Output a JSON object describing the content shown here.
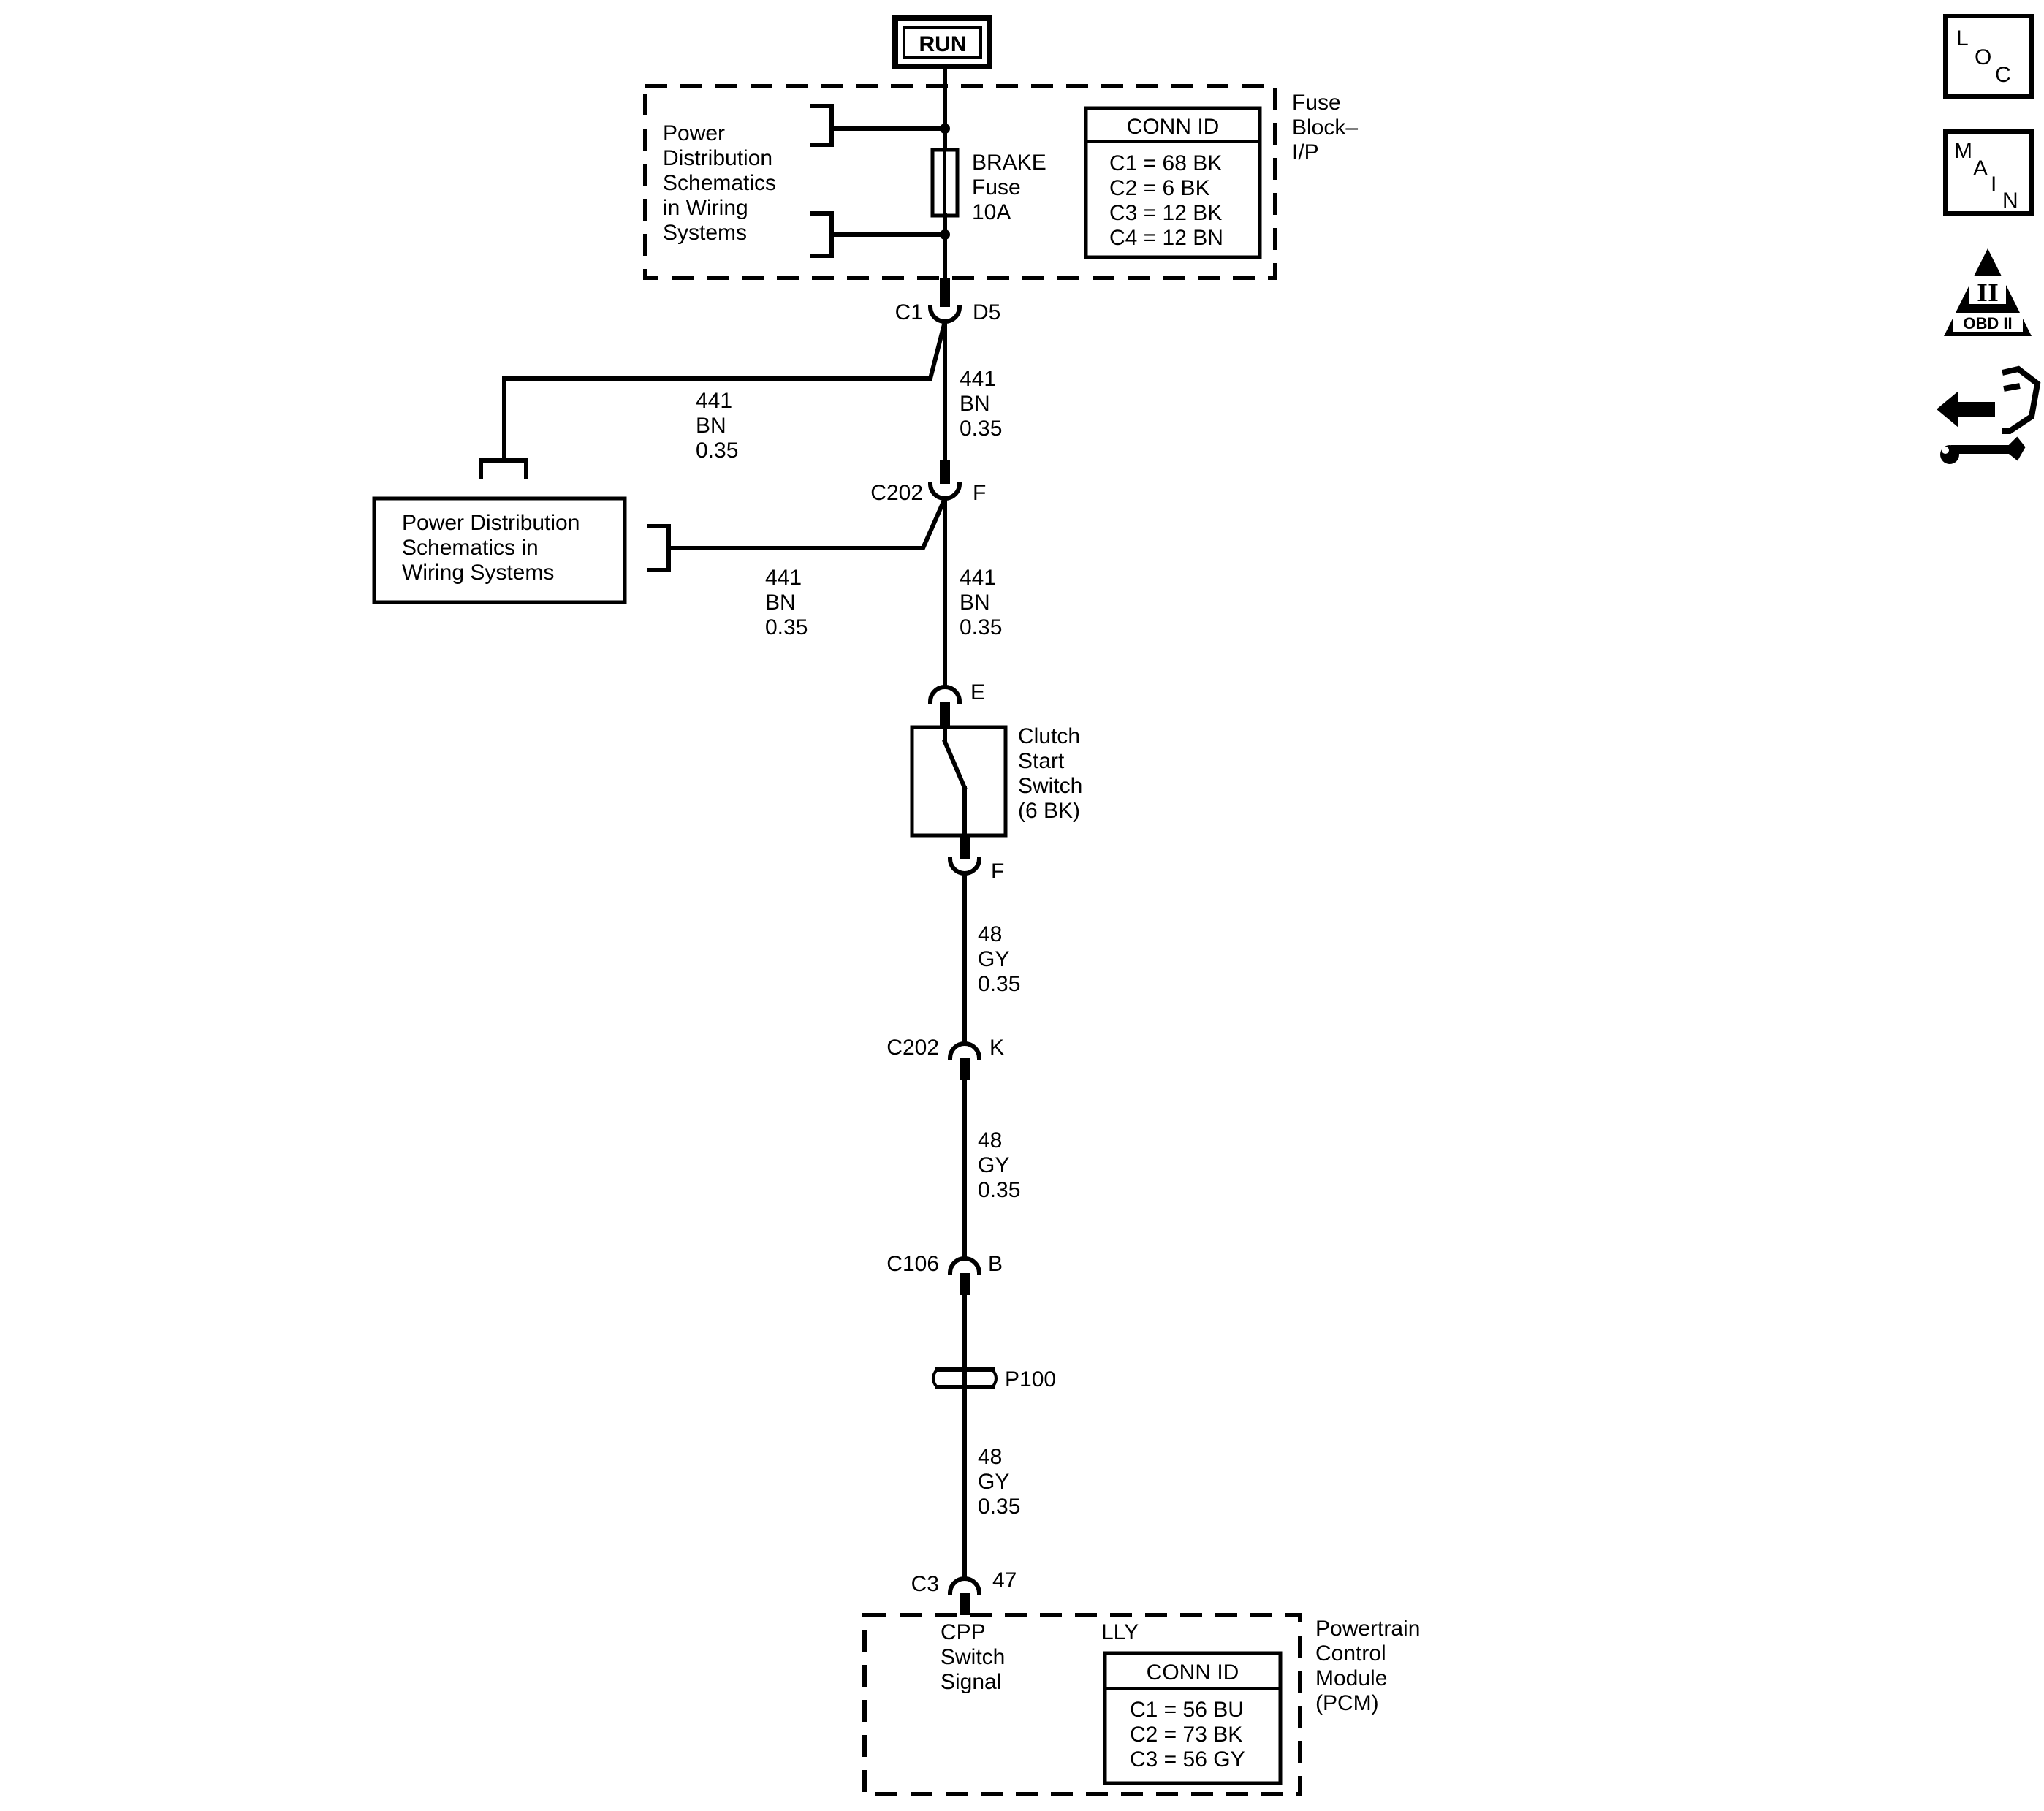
{
  "run_label": "RUN",
  "fuse_block": {
    "name_lines": [
      "Fuse",
      "Block–",
      "I/P"
    ],
    "conn_header": "CONN ID",
    "conn_lines": [
      "C1 = 68 BK",
      "C2 =  6 BK",
      "C3 = 12 BK",
      "C4 = 12 BN"
    ],
    "pd_ref_lines": [
      "Power",
      "Distribution",
      "Schematics",
      "in Wiring",
      "Systems"
    ],
    "fuse_lines": [
      "BRAKE",
      "Fuse",
      "10A"
    ]
  },
  "connectors": {
    "c1": {
      "name": "C1",
      "pin": "D5"
    },
    "c202_f": {
      "name": "C202",
      "pin": "F"
    },
    "switch_e": {
      "pin": "E"
    },
    "switch_f": {
      "pin": "F"
    },
    "c202_k": {
      "name": "C202",
      "pin": "K"
    },
    "c106": {
      "name": "C106",
      "pin": "B"
    },
    "p100": {
      "name": "P100"
    },
    "c3": {
      "name": "C3",
      "pin": "47"
    }
  },
  "wires": {
    "w441_a_left": [
      "441",
      "BN",
      "0.35"
    ],
    "w441_a_main": [
      "441",
      "BN",
      "0.35"
    ],
    "w441_b_left": [
      "441",
      "BN",
      "0.35"
    ],
    "w441_b_main": [
      "441",
      "BN",
      "0.35"
    ],
    "w48_a": [
      "48",
      "GY",
      "0.35"
    ],
    "w48_b": [
      "48",
      "GY",
      "0.35"
    ],
    "w48_c": [
      "48",
      "GY",
      "0.35"
    ]
  },
  "pd_box_lines": [
    "Power Distribution",
    "Schematics in",
    "Wiring Systems"
  ],
  "clutch_switch_lines": [
    "Clutch",
    "Start",
    "Switch",
    "(6 BK)"
  ],
  "pcm": {
    "name_lines": [
      "Powertrain",
      "Control",
      "Module",
      "(PCM)"
    ],
    "signal_lines": [
      "CPP",
      "Switch",
      "Signal"
    ],
    "option": "LLY",
    "conn_header": "CONN ID",
    "conn_lines": [
      "C1 = 56 BU",
      "C2 = 73 BK",
      "C3 = 56 GY"
    ]
  },
  "side_icons": {
    "loc": {
      "name": "loc-icon",
      "letters": [
        "L",
        "O",
        "C"
      ]
    },
    "main": {
      "name": "main-icon",
      "letters": [
        "M",
        "A",
        "I",
        "N"
      ]
    },
    "obd": {
      "name": "obd-ii-icon",
      "numeral": "II",
      "label": "OBD II"
    },
    "service": {
      "name": "service-arrows-wrench-icon"
    }
  }
}
